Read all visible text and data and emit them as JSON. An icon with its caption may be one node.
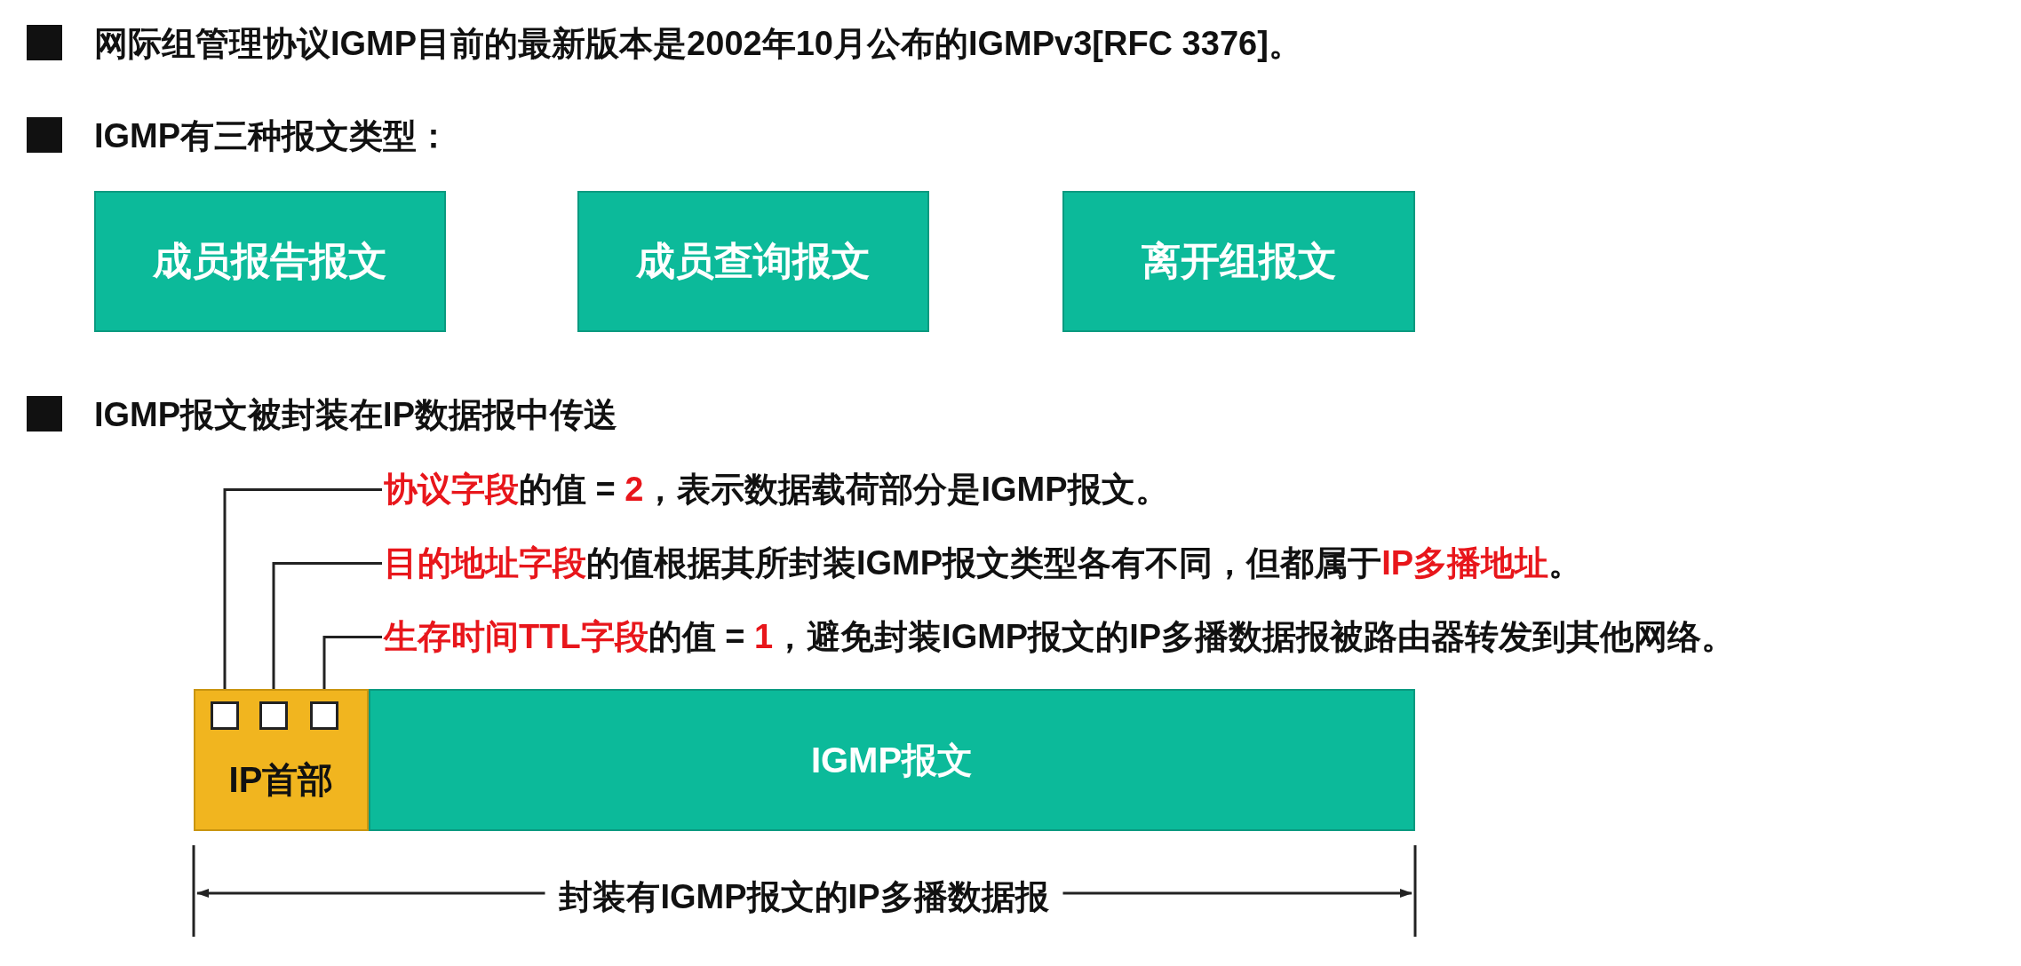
{
  "diagram": {
    "nodes": [
      {
        "text": [
          "成员报告报文"
        ]
      },
      {
        "text": [
          "成员查询报文"
        ]
      },
      {
        "text": [
          "离开组报文"
        ]
      },
      {
        "text": [
          "**协议字段**的值 = **2**，表示数据载荷部分是IGMP报文。"
        ]
      },
      {
        "text": [
          "**目的地址字段**的值根据其所封装IGMP报文类型各有不同，但都属于**IP多播地址**。"
        ]
      },
      {
        "text": [
          "**生存时间TTL字段**的值 = **1**，避免封装IGMP报文的IP多播数据报被路由器转发到其他网络。"
        ]
      },
      {
        "text": [
          "IP首部"
        ]
      },
      {
        "text": [],
        "shape": "box",
        "in": 6
      },
      {
        "text": [],
        "shape": "box",
        "in": 6
      },
      {
        "text": [],
        "shape": "box",
        "in": 6
      },
      {
        "text": [
          "IGMP报文"
        ]
      }
    ],
    "edges": [
      {
        "from": 7,
        "to": 3,
        "arrow": "none"
      },
      {
        "from": 8,
        "to": 4,
        "arrow": "none"
      },
      {
        "from": 9,
        "to": 5,
        "arrow": "none"
      }
    ],
    "labels": [
      "网际组管理协议IGMP目前的最新版本是2002年10月公布的IGMPv3[RFC 3376]。",
      "IGMP有三种报文类型：",
      "IGMP报文被封装在IP数据报中传送",
      "封装有IGMP报文的IP多播数据报"
    ]
  }
}
